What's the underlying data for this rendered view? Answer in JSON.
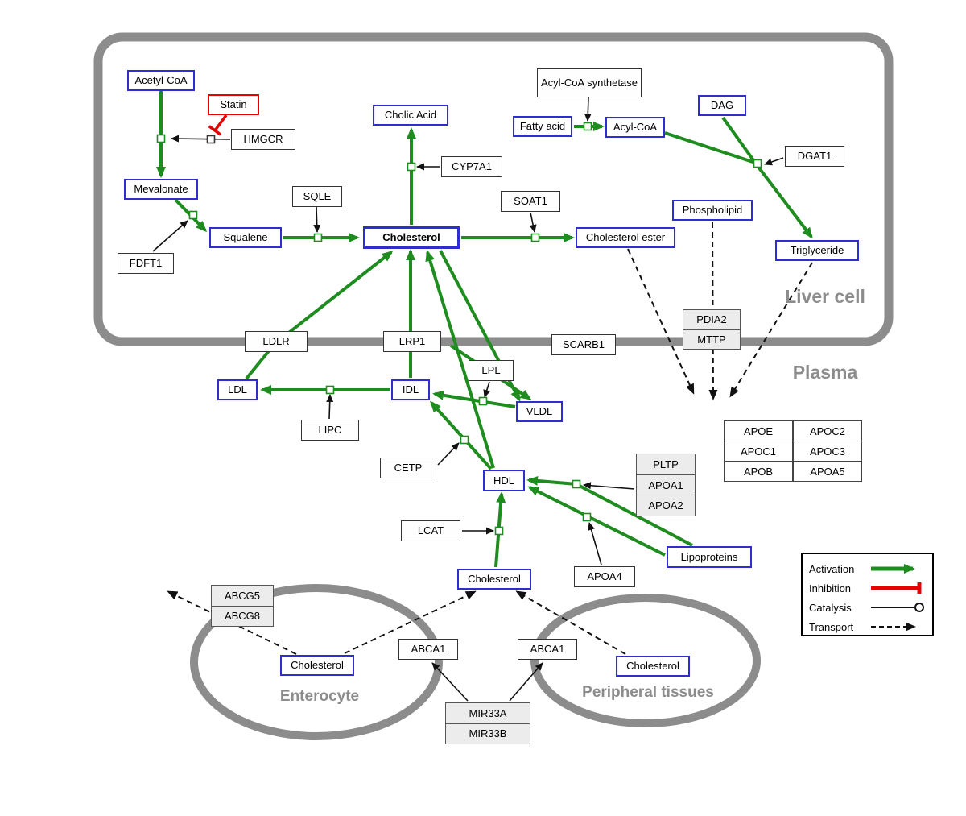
{
  "compartments": {
    "liver": {
      "label": "Liver cell"
    },
    "plasma": {
      "label": "Plasma"
    },
    "enterocyte": {
      "label": "Enterocyte"
    },
    "peripheral": {
      "label": "Peripheral tissues"
    }
  },
  "nodes": {
    "acetyl_coa": {
      "label": "Acetyl-CoA"
    },
    "statin": {
      "label": "Statin"
    },
    "hmgcr": {
      "label": "HMGCR"
    },
    "mevalonate": {
      "label": "Mevalonate"
    },
    "fdft1": {
      "label": "FDFT1"
    },
    "squalene": {
      "label": "Squalene"
    },
    "sqle": {
      "label": "SQLE"
    },
    "cholic_acid": {
      "label": "Cholic Acid"
    },
    "cyp7a1": {
      "label": "CYP7A1"
    },
    "cholesterol_liver": {
      "label": "Cholesterol"
    },
    "soat1": {
      "label": "SOAT1"
    },
    "chol_ester": {
      "label": "Cholesterol ester"
    },
    "acs": {
      "label": "Acyl-CoA synthetase"
    },
    "fatty_acid": {
      "label": "Fatty acid"
    },
    "acyl_coa": {
      "label": "Acyl-CoA"
    },
    "dag": {
      "label": "DAG"
    },
    "dgat1": {
      "label": "DGAT1"
    },
    "phospholipid": {
      "label": "Phospholipid"
    },
    "triglyceride": {
      "label": "Triglyceride"
    },
    "ldlr": {
      "label": "LDLR"
    },
    "lrp1": {
      "label": "LRP1"
    },
    "scarb1": {
      "label": "SCARB1"
    },
    "ldl": {
      "label": "LDL"
    },
    "idl": {
      "label": "IDL"
    },
    "lipc": {
      "label": "LIPC"
    },
    "lpl": {
      "label": "LPL"
    },
    "vldl": {
      "label": "VLDL"
    },
    "cetp": {
      "label": "CETP"
    },
    "hdl": {
      "label": "HDL"
    },
    "lcat": {
      "label": "LCAT"
    },
    "apoa4": {
      "label": "APOA4"
    },
    "lipoproteins": {
      "label": "Lipoproteins"
    },
    "chol_plasma": {
      "label": "Cholesterol"
    },
    "chol_entero": {
      "label": "Cholesterol"
    },
    "chol_periph": {
      "label": "Cholesterol"
    },
    "abca1_left": {
      "label": "ABCA1"
    },
    "abca1_right": {
      "label": "ABCA1"
    }
  },
  "stacks": {
    "pdia2_mttp": {
      "rows": [
        "PDIA2",
        "MTTP"
      ]
    },
    "pltp_apoa": {
      "rows": [
        "PLTP",
        "APOA1",
        "APOA2"
      ]
    },
    "abcg": {
      "rows": [
        "ABCG5",
        "ABCG8"
      ]
    },
    "mir33": {
      "rows": [
        "MIR33A",
        "MIR33B"
      ]
    }
  },
  "apo_table": {
    "rows": [
      [
        "APOE",
        "APOC2"
      ],
      [
        "APOC1",
        "APOC3"
      ],
      [
        "APOB",
        "APOA5"
      ]
    ]
  },
  "legend": {
    "items": [
      {
        "label": "Activation",
        "type": "activation"
      },
      {
        "label": "Inhibition",
        "type": "inhibition"
      },
      {
        "label": "Catalysis",
        "type": "catalysis"
      },
      {
        "label": "Transport",
        "type": "transport"
      }
    ]
  },
  "colors": {
    "activation": "#1f8c1f",
    "inhibition": "#e60000",
    "transport": "#111111",
    "metabolite_border": "#2d2dd0",
    "compartment": "#8c8c8c"
  }
}
